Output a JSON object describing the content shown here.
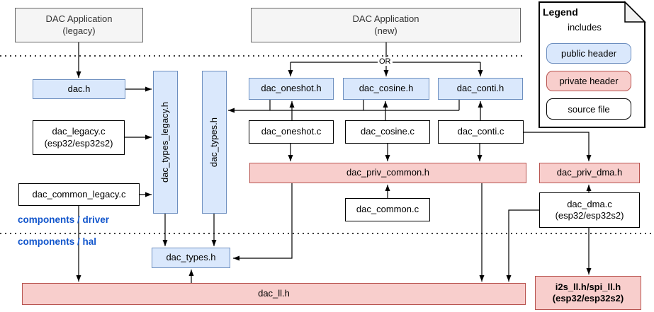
{
  "colors": {
    "public_fill": "#dae8fc",
    "public_stroke": "#6c8ebf",
    "private_fill": "#f8cecc",
    "private_stroke": "#b85450",
    "source_fill": "#ffffff",
    "source_stroke": "#000000",
    "app_fill": "#f5f5f5",
    "app_stroke": "#666666",
    "section_label": "#1155cc",
    "connector": "#000000"
  },
  "sections": {
    "driver": "components / driver",
    "hal": "components / hal"
  },
  "or_label": "OR",
  "legend": {
    "title": "Legend",
    "includes": "includes",
    "public": "public header",
    "private": "private header",
    "source": "source file"
  },
  "nodes": {
    "app_legacy": {
      "type": "app",
      "label": "DAC Application",
      "label2": "(legacy)"
    },
    "app_new": {
      "type": "app",
      "label": "DAC Application",
      "label2": "(new)"
    },
    "dac_h": {
      "type": "public",
      "label": "dac.h"
    },
    "dac_legacy_c": {
      "type": "source",
      "label": "dac_legacy.c",
      "label2": "(esp32/esp32s2)"
    },
    "dac_common_legacy_c": {
      "type": "source",
      "label": "dac_common_legacy.c"
    },
    "dac_types_legacy_h": {
      "type": "public",
      "label": "dac_types_legacy.h"
    },
    "dac_types_h_driver": {
      "type": "public",
      "label": "dac_types.h"
    },
    "dac_oneshot_h": {
      "type": "public",
      "label": "dac_oneshot.h"
    },
    "dac_cosine_h": {
      "type": "public",
      "label": "dac_cosine.h"
    },
    "dac_conti_h": {
      "type": "public",
      "label": "dac_conti.h"
    },
    "dac_oneshot_c": {
      "type": "source",
      "label": "dac_oneshot.c"
    },
    "dac_cosine_c": {
      "type": "source",
      "label": "dac_cosine.c"
    },
    "dac_conti_c": {
      "type": "source",
      "label": "dac_conti.c"
    },
    "dac_priv_common_h": {
      "type": "private",
      "label": "dac_priv_common.h"
    },
    "dac_common_c": {
      "type": "source",
      "label": "dac_common.c"
    },
    "dac_priv_dma_h": {
      "type": "private",
      "label": "dac_priv_dma.h"
    },
    "dac_dma_c": {
      "type": "source",
      "label": "dac_dma.c",
      "label2": "(esp32/esp32s2)"
    },
    "dac_types_h_hal": {
      "type": "public",
      "label": "dac_types.h"
    },
    "dac_ll_h": {
      "type": "private",
      "label": "dac_ll.h"
    },
    "i2s_spi_ll_h": {
      "type": "private",
      "label": "i2s_ll.h/spi_ll.h",
      "label2": "(esp32/esp32s2)"
    }
  }
}
